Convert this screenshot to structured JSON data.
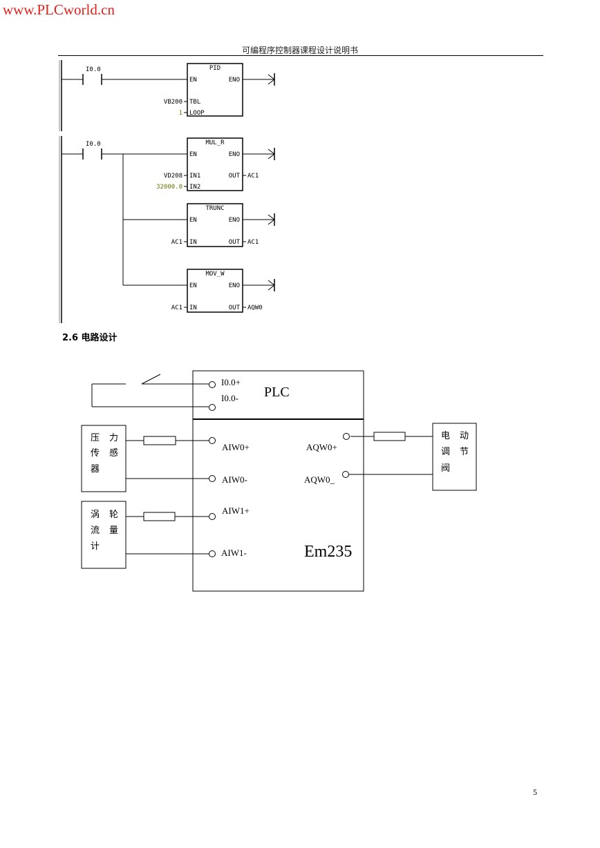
{
  "watermark": "www.PLCworld.cn",
  "running_head": "可编程序控制器课程设计说明书",
  "ladder": {
    "network1": {
      "contact": "I0.0",
      "block": {
        "name": "PID",
        "en": "EN",
        "eno": "ENO",
        "in1_label": "TBL",
        "in1_value": "VB200",
        "in2_label": "LOOP",
        "in2_value": "1"
      }
    },
    "network2": {
      "contact": "I0.0",
      "mul": {
        "name": "MUL_R",
        "en": "EN",
        "eno": "ENO",
        "in1_label": "IN1",
        "in1_value": "VD208",
        "in2_label": "IN2",
        "in2_value": "32000.0",
        "out_label": "OUT",
        "out_value": "AC1"
      },
      "trunc": {
        "name": "TRUNC",
        "en": "EN",
        "eno": "ENO",
        "in_label": "IN",
        "in_value": "AC1",
        "out_label": "OUT",
        "out_value": "AC1"
      },
      "mov": {
        "name": "MOV_W",
        "en": "EN",
        "eno": "ENO",
        "in_label": "IN",
        "in_value": "AC1",
        "out_label": "OUT",
        "out_value": "AQW0"
      }
    }
  },
  "section_title": "2.6 电路设计",
  "circuit": {
    "plc_label": "PLC",
    "em_label": "Em235",
    "terminals": {
      "i0_plus": "I0.0+",
      "i0_minus": "I0.0-",
      "aiw0_plus": "AIW0+",
      "aiw0_minus": "AIW0-",
      "aiw1_plus": "AIW1+",
      "aiw1_minus": "AIW1-",
      "aqw0_plus": "AQW0+",
      "aqw0_minus": "AQW0_"
    },
    "pressure_sensor": [
      "压",
      "力",
      "传",
      "感",
      "器"
    ],
    "flowmeter": [
      "涡",
      "轮",
      "流",
      "量",
      "计"
    ],
    "valve": [
      "电",
      "动",
      "调",
      "节",
      "阀"
    ]
  },
  "page_number": "5"
}
